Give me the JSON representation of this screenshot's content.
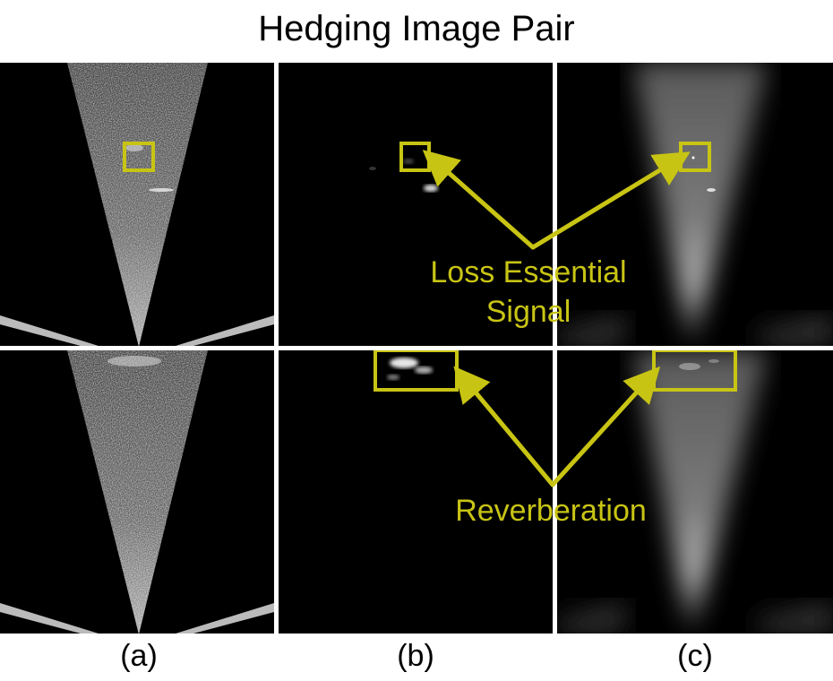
{
  "figure": {
    "title": "Hedging Image Pair",
    "captions": [
      "(a)",
      "(b)",
      "(c)"
    ],
    "annotations": {
      "top": [
        "Loss Essential",
        "Signal"
      ],
      "bottom": "Reverberation"
    },
    "colors": {
      "annotation": "#c8c414",
      "background": "#000000",
      "separator": "#ffffff"
    }
  }
}
